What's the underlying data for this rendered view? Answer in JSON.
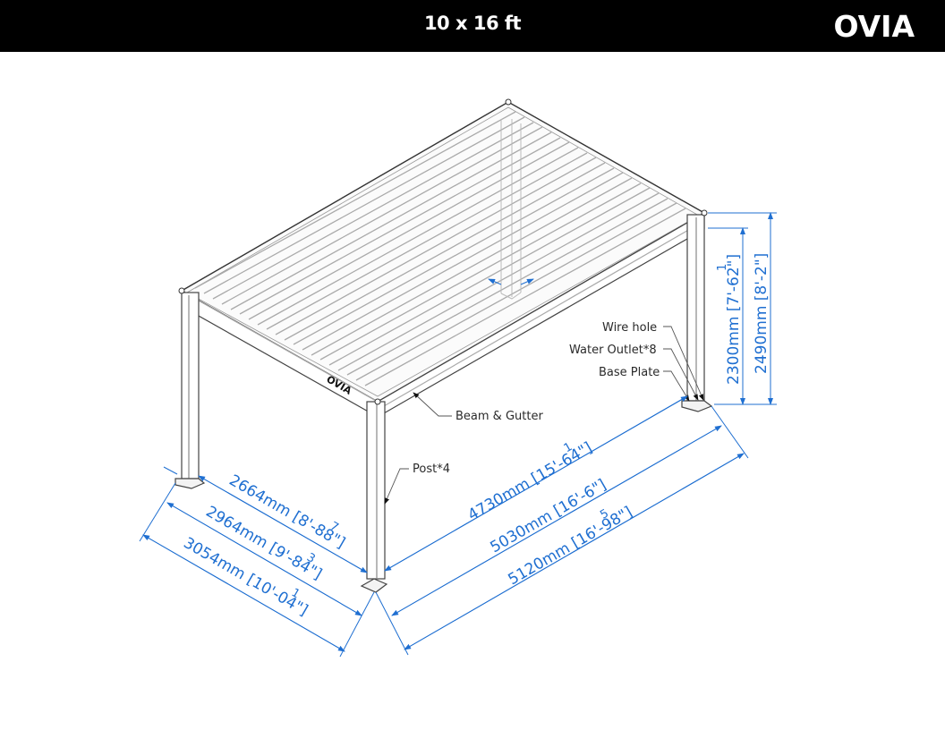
{
  "header": {
    "title": "10 x 16 ft",
    "logo": "OVIA"
  },
  "colors": {
    "header_bg": "#000000",
    "header_text": "#ffffff",
    "dimension": "#1f6fd1",
    "line": "#555555"
  },
  "drawing": {
    "roof_brand": "OVIA",
    "callouts": {
      "wire_hole": "Wire hole",
      "water_outlet": "Water Outlet*8",
      "base_plate": "Base Plate",
      "beam_gutter": "Beam & Gutter",
      "post": "Post*4"
    },
    "dimensions": {
      "width_inner": {
        "text": "2664mm [8'-88\"]",
        "frac_num": "7"
      },
      "width_mid": {
        "text": "2964mm [9'-84\"]",
        "frac_num": "3"
      },
      "width_outer": {
        "text": "3054mm [10'-04\"]",
        "frac_num": "1"
      },
      "length_inner": {
        "text": "4730mm [15'-64\"]",
        "frac_num": "1"
      },
      "length_mid": {
        "text": "5030mm [16'-6\"]",
        "frac_num": ""
      },
      "length_outer": {
        "text": "5120mm [16'-98\"]",
        "frac_num": "5"
      },
      "height_clear": {
        "text": "2300mm [7'-62\"]",
        "frac_num": "1"
      },
      "height_total": {
        "text": "2490mm [8'-2\"]",
        "frac_num": ""
      }
    }
  }
}
